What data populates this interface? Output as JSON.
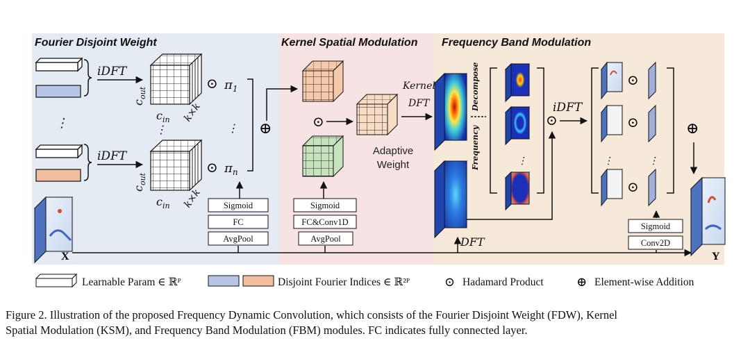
{
  "sections": {
    "fdw": "Fourier Disjoint Weight",
    "ksm": "Kernel Spatial Modulation",
    "fbm": "Frequency Band Modulation"
  },
  "fdw": {
    "idft_top": "iDFT",
    "idft_bottom": "iDFT",
    "c_out": "c",
    "c_out_sub": "out",
    "c_in": "c",
    "c_in_sub": "in",
    "kxk": "k×k",
    "hadamard": "⊙",
    "pi_1": "π",
    "pi_1_sub": "1",
    "pi_n": "π",
    "pi_n_sub": "n",
    "vdots": "⋮",
    "sum": "⊕",
    "stack": [
      "Sigmoid",
      "FC",
      "AvgPool"
    ]
  },
  "ksm": {
    "hadamard": "⊙",
    "adaptive_line1": "Adaptive",
    "adaptive_line2": "Weight",
    "stack": [
      "Sigmoid",
      "FC&Conv1D",
      "AvgPool"
    ]
  },
  "fbm": {
    "kernel_dft_line1": "Kernel",
    "kernel_dft_line2": "DFT",
    "decompose": "Decompose",
    "frequency": "Frequency",
    "hadamard": "⊙",
    "idft": "iDFT",
    "dft": "DFT",
    "sum": "⊕",
    "stack": [
      "Sigmoid",
      "Conv2D"
    ]
  },
  "io": {
    "x": "X",
    "y": "Y"
  },
  "legend": {
    "learnable": "Learnable Param ∈ ℝᴾ",
    "disjoint": "Disjoint Fourier Indices ∈ ℝ²ᴾ",
    "hadamard_sym": "⊙",
    "hadamard": "Hadamard Product",
    "addition_sym": "⊕",
    "addition": "Element-wise Addition"
  },
  "caption": {
    "line1": "Figure 2.  Illustration of the proposed Frequency Dynamic Convolution, which consists of the Fourier Disjoint Weight (FDW), Kernel",
    "line2": "Spatial Modulation (KSM), and Frequency Band Modulation (FBM) modules. FC indicates fully connected layer."
  },
  "colors": {
    "fdw_bg": "#e4ebf3",
    "ksm_bg": "#f7e3e3",
    "fbm_bg": "#f6e9da",
    "blue_param": "#b7c6e6",
    "orange_param": "#f3bfa0",
    "orange_cube": "#f6c9ab",
    "green_cube": "#c6e3bd",
    "yellow_cube": "#f8dcc4"
  }
}
